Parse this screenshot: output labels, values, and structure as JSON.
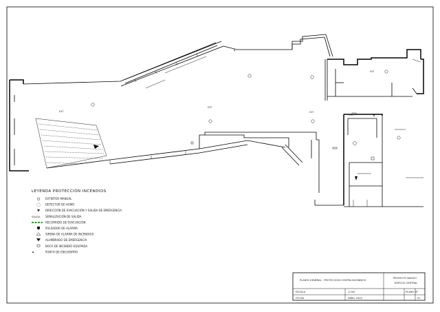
{
  "legend": {
    "title": "LEYENDA PROTECCIÓN INCENDIOS",
    "items": [
      {
        "icon": "extinguisher-icon",
        "label": "EXTINTOR MANUAL"
      },
      {
        "icon": "detector-icon",
        "label": "DETECTOR DE HUMO"
      },
      {
        "icon": "arrow-icon",
        "label": "DIRECCIÓN DE EVACUACIÓN Y SALIDA DE EMERGENCIA"
      },
      {
        "icon": "exit-sign-icon",
        "label": "SEÑALIZACIÓN DE SALIDA",
        "symbol": "SALIDA"
      },
      {
        "icon": "route-line-icon",
        "label": "RECORRIDO DE EVACUACIÓN",
        "color": "#1faa1f"
      },
      {
        "icon": "alarm-push-icon",
        "label": "PULSADOR DE ALARMA"
      },
      {
        "icon": "bell-icon",
        "label": "SIRENA DE ALARMA DE INCENDIOS"
      },
      {
        "icon": "light-icon",
        "label": "ALUMBRADO DE EMERGENCIA"
      },
      {
        "icon": "hydrant-icon",
        "label": "BOCA DE INCENDIO EQUIPADA"
      },
      {
        "icon": "point-icon",
        "label": "PUNTO DE ENCUENTRO"
      }
    ]
  },
  "title_block": {
    "title": "PLANTA GENERAL - PROTECCIÓN CONTRA INCENDIOS",
    "project": "PROYECTO BÁSICO",
    "project_sub": "EDIFICIO CENTRAL",
    "row_labels": [
      "ESCALA",
      "FECHA"
    ],
    "row_values": [
      "1:200",
      "ABRIL 2024",
      "PLANO Nº",
      "01"
    ]
  },
  "plan_labels": {
    "room_a": "EXT",
    "room_b": "EXT",
    "room_c": "EXT",
    "room_d": "EXT",
    "room_e": "EXT"
  }
}
